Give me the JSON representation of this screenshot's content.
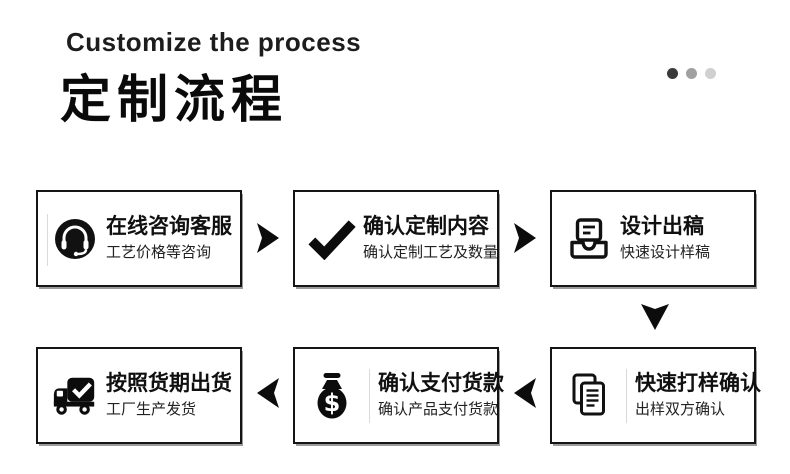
{
  "header": {
    "tagline_en": "Customize the process",
    "title_zh": "定制流程",
    "pagination_dots": [
      "#3a3a3a",
      "#a0a0a0",
      "#d0d0d0"
    ]
  },
  "steps": [
    {
      "icon": "customer-service-headset-icon",
      "title": "在线咨询客服",
      "subtitle": "工艺价格等咨询"
    },
    {
      "icon": "checkmark-icon",
      "title": "确认定制内容",
      "subtitle": "确认定制工艺及数量"
    },
    {
      "icon": "design-draft-icon",
      "title": "设计出稿",
      "subtitle": "快速设计样稿"
    },
    {
      "icon": "sample-documents-icon",
      "title": "快速打样确认",
      "subtitle": "出样双方确认"
    },
    {
      "icon": "money-bag-icon",
      "title": "确认支付货款",
      "subtitle": "确认产品支付货款"
    },
    {
      "icon": "delivery-truck-icon",
      "title": "按照货期出货",
      "subtitle": "工厂生产发货"
    }
  ],
  "flow": {
    "arrows": [
      "right",
      "right",
      "down",
      "left",
      "left"
    ]
  },
  "colors": {
    "background": "#ffffff",
    "box_border": "#151515",
    "box_shadow": "#9b9b9b",
    "text_primary": "#101010",
    "arrow": "#0c0c0c",
    "divider": "#d9d9d9"
  }
}
